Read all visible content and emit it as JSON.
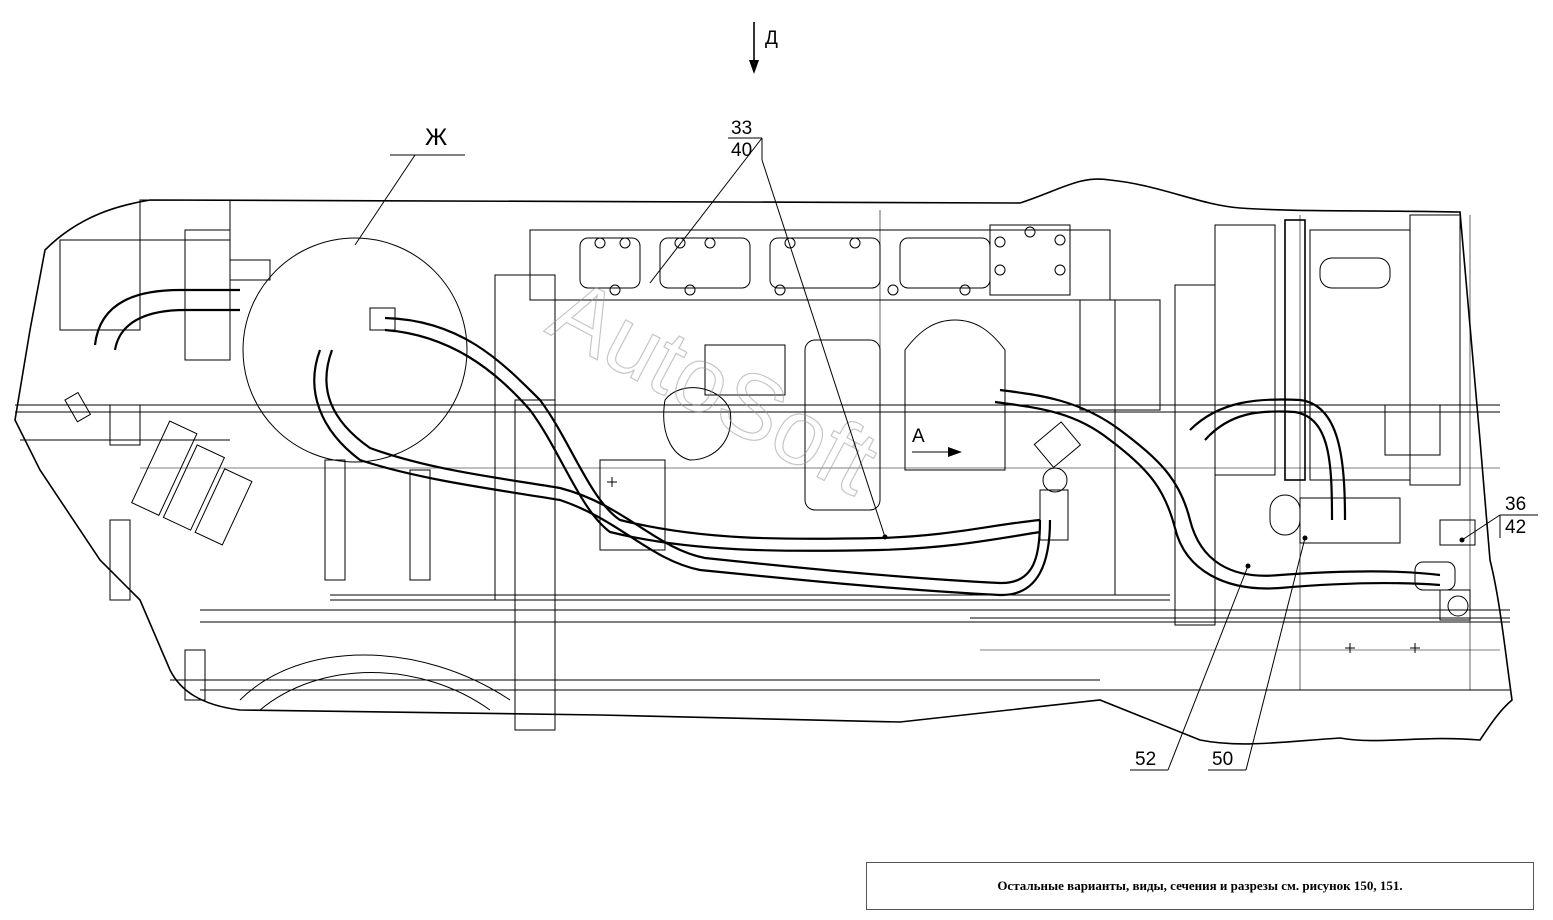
{
  "view_marks": {
    "view_d": "Д",
    "view_zh": "Ж",
    "view_a": "А"
  },
  "callouts": [
    {
      "id": "33-40",
      "top": "33",
      "bottom": "40"
    },
    {
      "id": "36-42",
      "top": "36",
      "bottom": "42"
    },
    {
      "id": "52",
      "top": "52"
    },
    {
      "id": "50",
      "top": "50"
    }
  ],
  "watermark": "AutoSoft",
  "footer_note": "Остальные варианты, виды, сечения и разрезы см. рисунок 150, 151."
}
